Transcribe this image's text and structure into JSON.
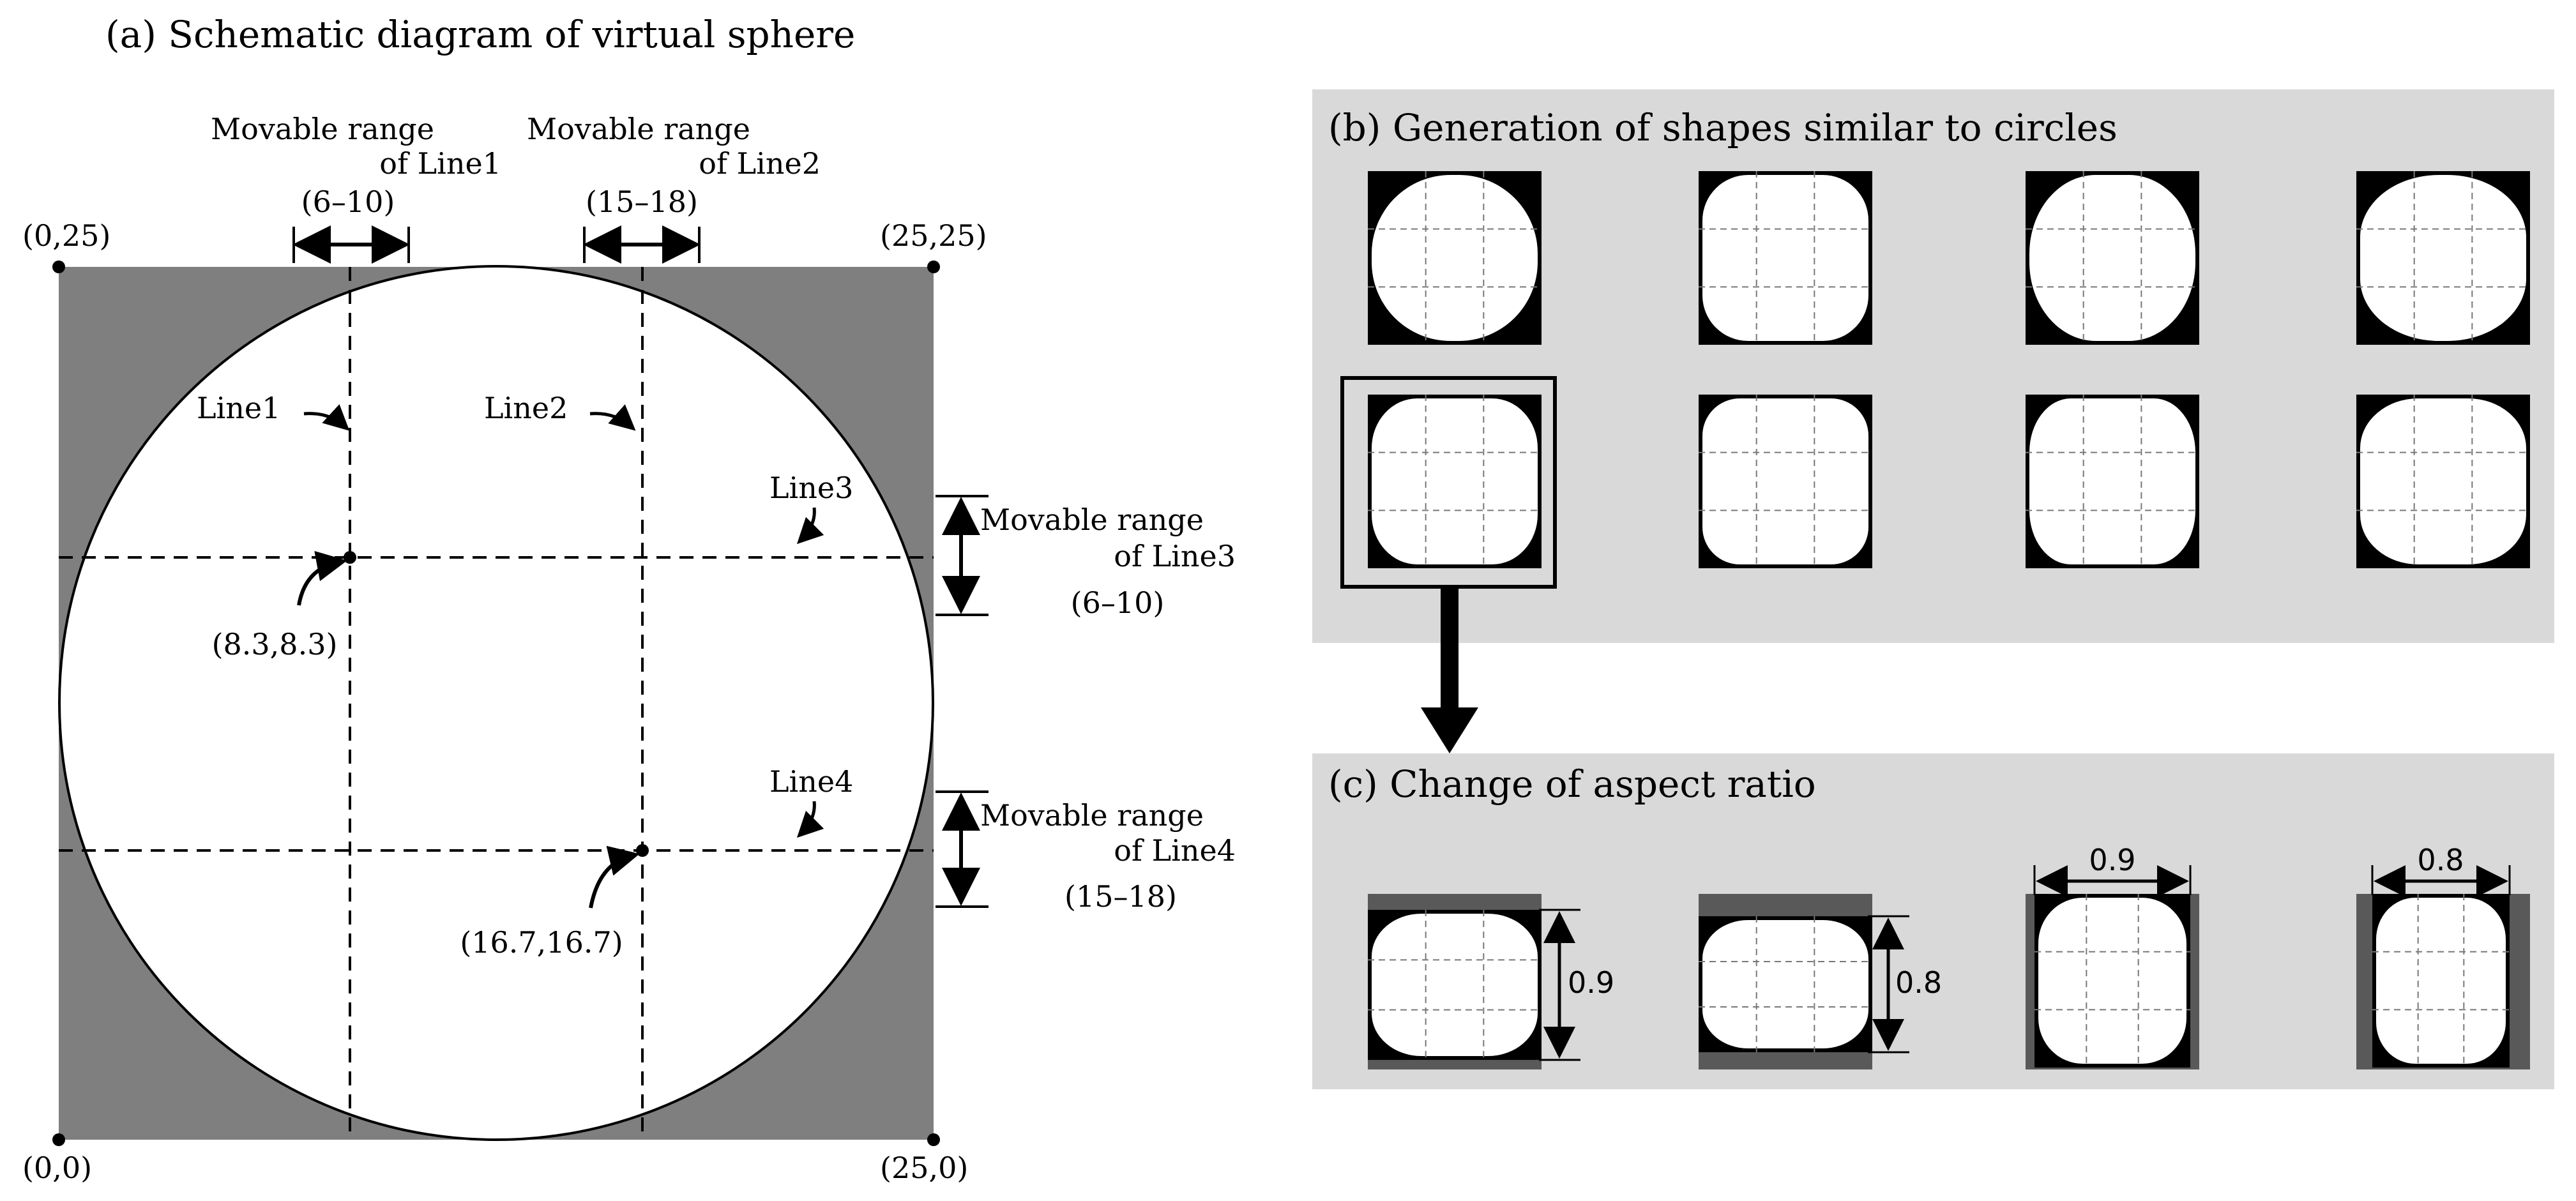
{
  "panel_a": {
    "title": "(a) Schematic diagram of virtual sphere",
    "corners": {
      "top_left": "(0,25)",
      "top_right": "(25,25)",
      "bottom_left": "(0,0)",
      "bottom_right": "(25,0)"
    },
    "lines": {
      "line1": "Line1",
      "line2": "Line2",
      "line3": "Line3",
      "line4": "Line4"
    },
    "ranges": {
      "line1": {
        "title1": "Movable range",
        "title2": "of Line1",
        "range": "(6–10)"
      },
      "line2": {
        "title1": "Movable range",
        "title2": "of Line2",
        "range": "(15–18)"
      },
      "line3": {
        "title1": "Movable range",
        "title2": "of Line3",
        "range": "(6–10)"
      },
      "line4": {
        "title1": "Movable range",
        "title2": "of Line4",
        "range": "(15–18)"
      }
    },
    "points": {
      "p1": "(8.3,8.3)",
      "p2": "(16.7,16.7)"
    },
    "colors": {
      "background_square": "#7f7f7f",
      "sphere": "#ffffff"
    }
  },
  "panel_b": {
    "title": "(b) Generation of shapes similar to circles",
    "colors": {
      "panel_background": "#d9d9d9",
      "tile": "#000000",
      "shape": "#ffffff"
    }
  },
  "panel_c": {
    "title": "(c) Change of aspect ratio",
    "ratios": [
      "0.9",
      "0.8",
      "0.9",
      "0.8"
    ],
    "colors": {
      "outer_frame": "#595959"
    }
  }
}
